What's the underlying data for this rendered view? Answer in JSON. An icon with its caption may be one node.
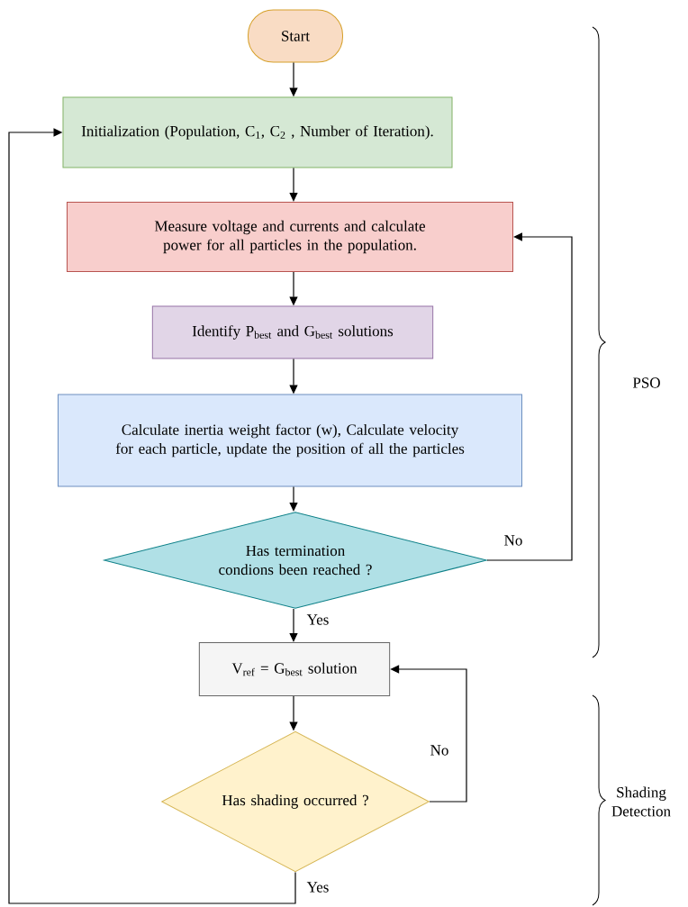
{
  "diagram": {
    "nodes": [
      {
        "text": [
          "Start"
        ]
      },
      {
        "text": [
          "Initialization (Population, C$_{1}$, C$_{2}$ , Number of Iteration)."
        ]
      },
      {
        "text": [
          "Measure voltage and currents and calculate power for all particles in the population."
        ]
      },
      {
        "text": [
          "Identify P$_{best}$ and G$_{best}$ solutions"
        ]
      },
      {
        "text": [
          "Calculate inertia weight factor (w), Calculate velocity for each particle, update the position of all the particles"
        ]
      },
      {
        "text": [
          "Has termination condions been reached ?"
        ]
      },
      {
        "text": [
          "V$_{ref}$ = G$_{best}$ solution"
        ]
      },
      {
        "text": [
          "Has shading occurred ?"
        ]
      }
    ],
    "edges": [
      {
        "from": 0,
        "to": 1,
        "arrow": "to"
      },
      {
        "from": 1,
        "to": 2,
        "arrow": "to"
      },
      {
        "from": 2,
        "to": 3,
        "arrow": "to"
      },
      {
        "from": 3,
        "to": 4,
        "arrow": "to"
      },
      {
        "from": 4,
        "to": 5,
        "arrow": "to"
      },
      {
        "from": 5,
        "to": 2,
        "arrow": "to",
        "label": "No"
      },
      {
        "from": 5,
        "to": 6,
        "arrow": "to",
        "label": "Yes"
      },
      {
        "from": 6,
        "to": 7,
        "arrow": "to"
      },
      {
        "from": 7,
        "to": 6,
        "arrow": "to",
        "label": "No"
      },
      {
        "from": 7,
        "to": 1,
        "arrow": "to",
        "label": "Yes"
      }
    ],
    "labels": [
      "PSO",
      "Shading Detection"
    ]
  }
}
